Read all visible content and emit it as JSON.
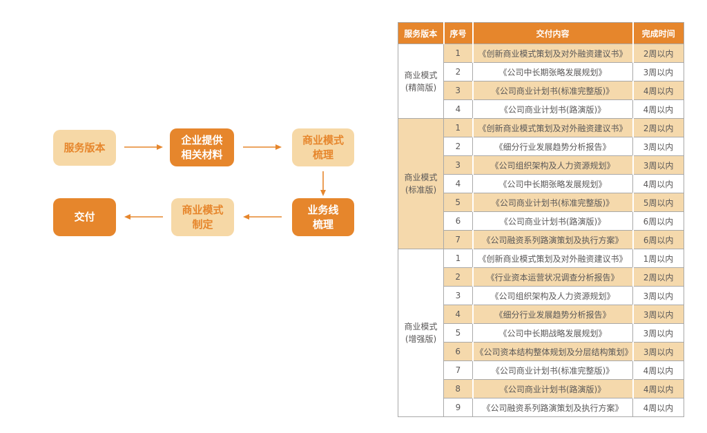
{
  "colors": {
    "accent": "#E6862C",
    "light_orange": "#F6D8A6",
    "row_highlight": "#F5D9AC",
    "border_gray": "#A8A8A8",
    "text_gray": "#595757"
  },
  "flowchart": {
    "nodes": [
      {
        "id": "service-version",
        "label": "服务版本",
        "style": "light"
      },
      {
        "id": "company-materials",
        "label": "企业提供\n相关材料",
        "style": "dark"
      },
      {
        "id": "business-model-sorting",
        "label": "商业模式\n梳理",
        "style": "light"
      },
      {
        "id": "business-line-sorting",
        "label": "业务线\n梳理",
        "style": "dark"
      },
      {
        "id": "business-model-formulation",
        "label": "商业模式\n制定",
        "style": "light"
      },
      {
        "id": "delivery",
        "label": "交付",
        "style": "dark"
      }
    ]
  },
  "table": {
    "headers": [
      "服务版本",
      "序号",
      "交付内容",
      "完成时间"
    ],
    "groups": [
      {
        "version": "商业模式\n(精简版)",
        "rows": [
          {
            "no": "1",
            "content": "《创新商业模式策划及对外融资建议书》",
            "time": "2周以内"
          },
          {
            "no": "2",
            "content": "《公司中长期张略发展规划》",
            "time": "3周以内"
          },
          {
            "no": "3",
            "content": "《公司商业计划书(标准完整版)》",
            "time": "4周以内"
          },
          {
            "no": "4",
            "content": "《公司商业计划书(路演版)》",
            "time": "4周以内"
          }
        ]
      },
      {
        "version": "商业模式\n(标准版)",
        "rows": [
          {
            "no": "1",
            "content": "《创新商业模式策划及对外融资建议书》",
            "time": "2周以内"
          },
          {
            "no": "2",
            "content": "《细分行业发展趋势分析报告》",
            "time": "3周以内"
          },
          {
            "no": "3",
            "content": "《公司组织架构及人力资源规划》",
            "time": "3周以内"
          },
          {
            "no": "4",
            "content": "《公司中长期张略发展规划》",
            "time": "4周以内"
          },
          {
            "no": "5",
            "content": "《公司商业计划书(标准完整版)》",
            "time": "5周以内"
          },
          {
            "no": "6",
            "content": "《公司商业计划书(路演版)》",
            "time": "6周以内"
          },
          {
            "no": "7",
            "content": "《公司融资系列路演策划及执行方案》",
            "time": "6周以内"
          }
        ]
      },
      {
        "version": "商业模式\n(增强版)",
        "rows": [
          {
            "no": "1",
            "content": "《创新商业模式策划及对外融资建议书》",
            "time": "1周以内"
          },
          {
            "no": "2",
            "content": "《行业资本运营状况调查分析报告》",
            "time": "2周以内"
          },
          {
            "no": "3",
            "content": "《公司组织架构及人力资源规划》",
            "time": "3周以内"
          },
          {
            "no": "4",
            "content": "《细分行业发展趋势分析报告》",
            "time": "3周以内"
          },
          {
            "no": "5",
            "content": "《公司中长期战略发展规划》",
            "time": "3周以内"
          },
          {
            "no": "6",
            "content": "《公司资本结构整体规划及分层结构策划》",
            "time": "3周以内"
          },
          {
            "no": "7",
            "content": "《公司商业计划书(标准完整版)》",
            "time": "4周以内"
          },
          {
            "no": "8",
            "content": "《公司商业计划书(路演版)》",
            "time": "4周以内"
          },
          {
            "no": "9",
            "content": "《公司融资系列路演策划及执行方案》",
            "time": "4周以内"
          }
        ]
      }
    ]
  }
}
